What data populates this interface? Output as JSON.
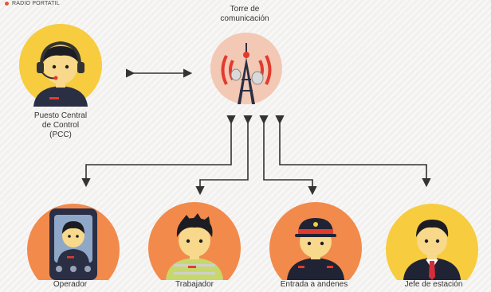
{
  "tag": {
    "text": "RADIO PORTATIL",
    "color": "#e8533a"
  },
  "tower": {
    "label_line1": "Torre de",
    "label_line2": "comunicación",
    "icon": "radio-tower-icon"
  },
  "pcc": {
    "line1": "Puesto Central",
    "line2": "de Control",
    "line3": "(PCC)",
    "icon": "headset-operator-icon"
  },
  "nodes": [
    {
      "id": "operador",
      "label": "Operador",
      "icon": "train-operator-icon"
    },
    {
      "id": "trabajador",
      "label": "Trabajador",
      "icon": "worker-icon"
    },
    {
      "id": "entrada",
      "label": "Entrada a andenes",
      "icon": "guard-icon"
    },
    {
      "id": "jefe",
      "label": "Jefe de estación",
      "icon": "station-chief-icon"
    }
  ],
  "colors": {
    "circle_yellow": "#f7cc3f",
    "circle_orange": "#f28a4c",
    "circle_light": "#f3c8b4",
    "skin": "#f8d98b",
    "arrow": "#333333"
  }
}
